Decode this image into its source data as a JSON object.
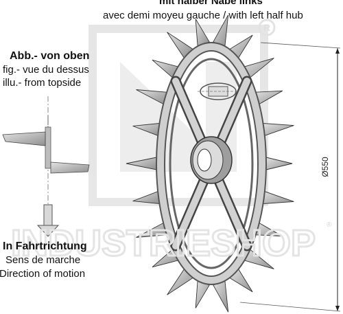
{
  "header": {
    "title_de": "mit halber Nabe links",
    "title_fr_en": "avec demi moyeu gauche / with left half hub"
  },
  "view_labels": {
    "de": "Abb.- von oben",
    "fr": "fig.- vue du dessus",
    "en": "illu.- from topside"
  },
  "direction_labels": {
    "de": "In Fahrtrichtung",
    "fr": "Sens de marche",
    "en": "Direction of motion"
  },
  "dimension": {
    "diameter": "Ø550"
  },
  "watermark": {
    "text": "INDUSTRIESHOP",
    "registered": "®"
  },
  "colors": {
    "wheel_light": "#d6d6d6",
    "wheel_mid": "#9a9a9a",
    "wheel_dark": "#555555",
    "outline": "#222222",
    "watermark": "#e6e6e6"
  },
  "icons": {
    "direction_arrow": "arrow-down-icon",
    "logo": "industrieshop-logo-icon"
  }
}
